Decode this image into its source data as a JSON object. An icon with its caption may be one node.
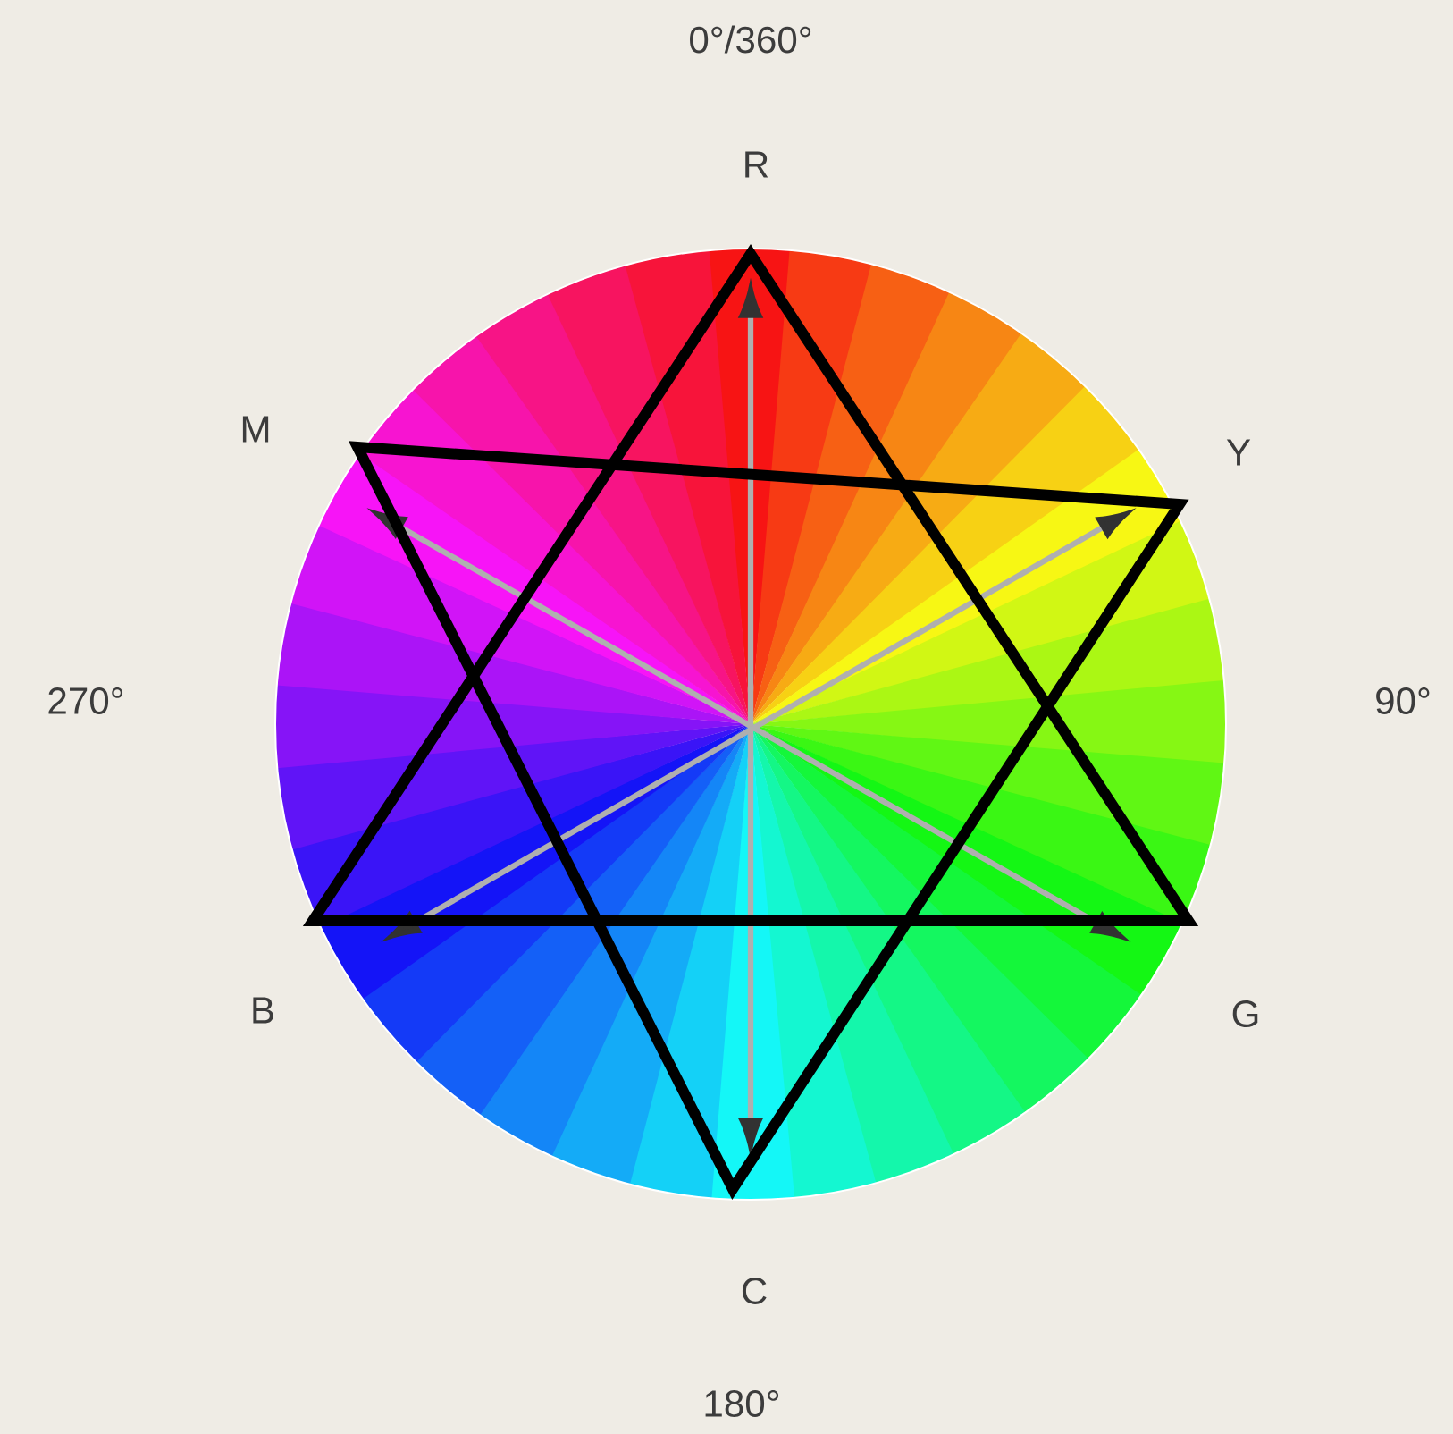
{
  "diagram": {
    "labels": [
      "0°/360°",
      "R",
      "M",
      "Y",
      "270°",
      "90°",
      "B",
      "G",
      "C",
      "180°"
    ]
  }
}
